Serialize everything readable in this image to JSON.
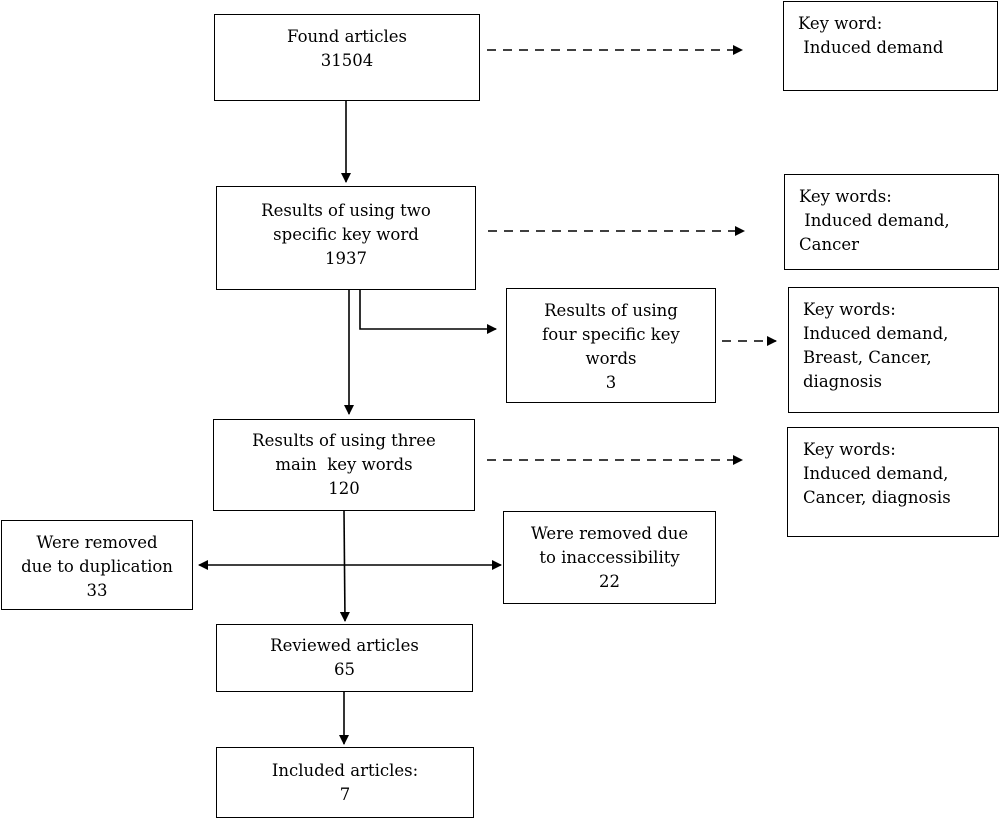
{
  "flow": {
    "found": {
      "lines": [
        "Found articles",
        "31504"
      ]
    },
    "two_keywords": {
      "lines": [
        "Results of using two",
        "specific key word",
        "1937"
      ]
    },
    "four_keywords": {
      "lines": [
        "Results of using",
        "four specific key",
        "words",
        "3"
      ]
    },
    "three_keywords": {
      "lines": [
        "Results of using three",
        "main  key words",
        "120"
      ]
    },
    "removed_duplication": {
      "lines": [
        "Were removed",
        "due to duplication",
        "33"
      ]
    },
    "removed_inaccessibility": {
      "lines": [
        "Were removed due",
        "to inaccessibility",
        "22"
      ]
    },
    "reviewed": {
      "lines": [
        "Reviewed articles",
        "65"
      ]
    },
    "included": {
      "lines": [
        "Included articles:",
        "7"
      ]
    }
  },
  "keywords": {
    "kw1": {
      "lines": [
        "Key word:",
        " Induced demand"
      ]
    },
    "kw2": {
      "lines": [
        "Key words:",
        " Induced demand,",
        "Cancer"
      ]
    },
    "kw3": {
      "lines": [
        "Key words:",
        "Induced demand,",
        "Breast, Cancer,",
        "diagnosis"
      ]
    },
    "kw4": {
      "lines": [
        "Key words:",
        "Induced demand,",
        "Cancer, diagnosis"
      ]
    }
  }
}
